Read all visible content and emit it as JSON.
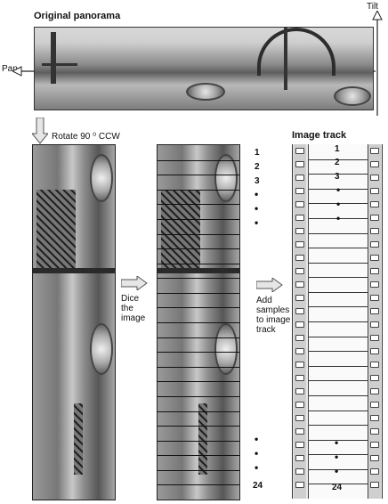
{
  "labels": {
    "original_panorama": "Original panorama",
    "tilt": "Tilt",
    "pan": "Pan",
    "rotate": "Rotate 90 ⁰ CCW",
    "dice_1": "Dice",
    "dice_2": "the",
    "dice_3": "image",
    "add_1": "Add",
    "add_2": "samples",
    "add_3": "to image",
    "add_4": "track",
    "image_track": "Image track"
  },
  "slice_numbers": {
    "first": [
      "1",
      "2",
      "3"
    ],
    "last": "24",
    "dot": "•"
  },
  "track_numbers": {
    "first": [
      "1",
      "2",
      "3"
    ],
    "last": "24",
    "dot": "•"
  },
  "diagram": {
    "slice_count": 24,
    "track_frame_count": 24
  }
}
